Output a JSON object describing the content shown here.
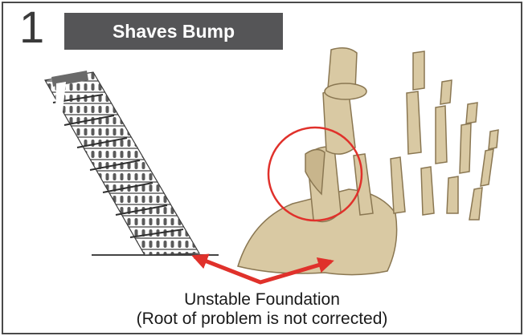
{
  "step": {
    "number": "1",
    "title": "Shaves Bump"
  },
  "caption": {
    "line1": "Unstable Foundation",
    "line2": "(Root of problem is not corrected)"
  },
  "icons": {
    "tower": "leaning-tower-icon",
    "foot": "foot-skeleton-icon",
    "highlight": "bunion-circle-icon",
    "arrow": "double-arrow-icon"
  },
  "colors": {
    "title_bar": "#555557",
    "accent": "#e0312b",
    "bone": "#d9c9a3",
    "border": "#4a4a4a"
  }
}
